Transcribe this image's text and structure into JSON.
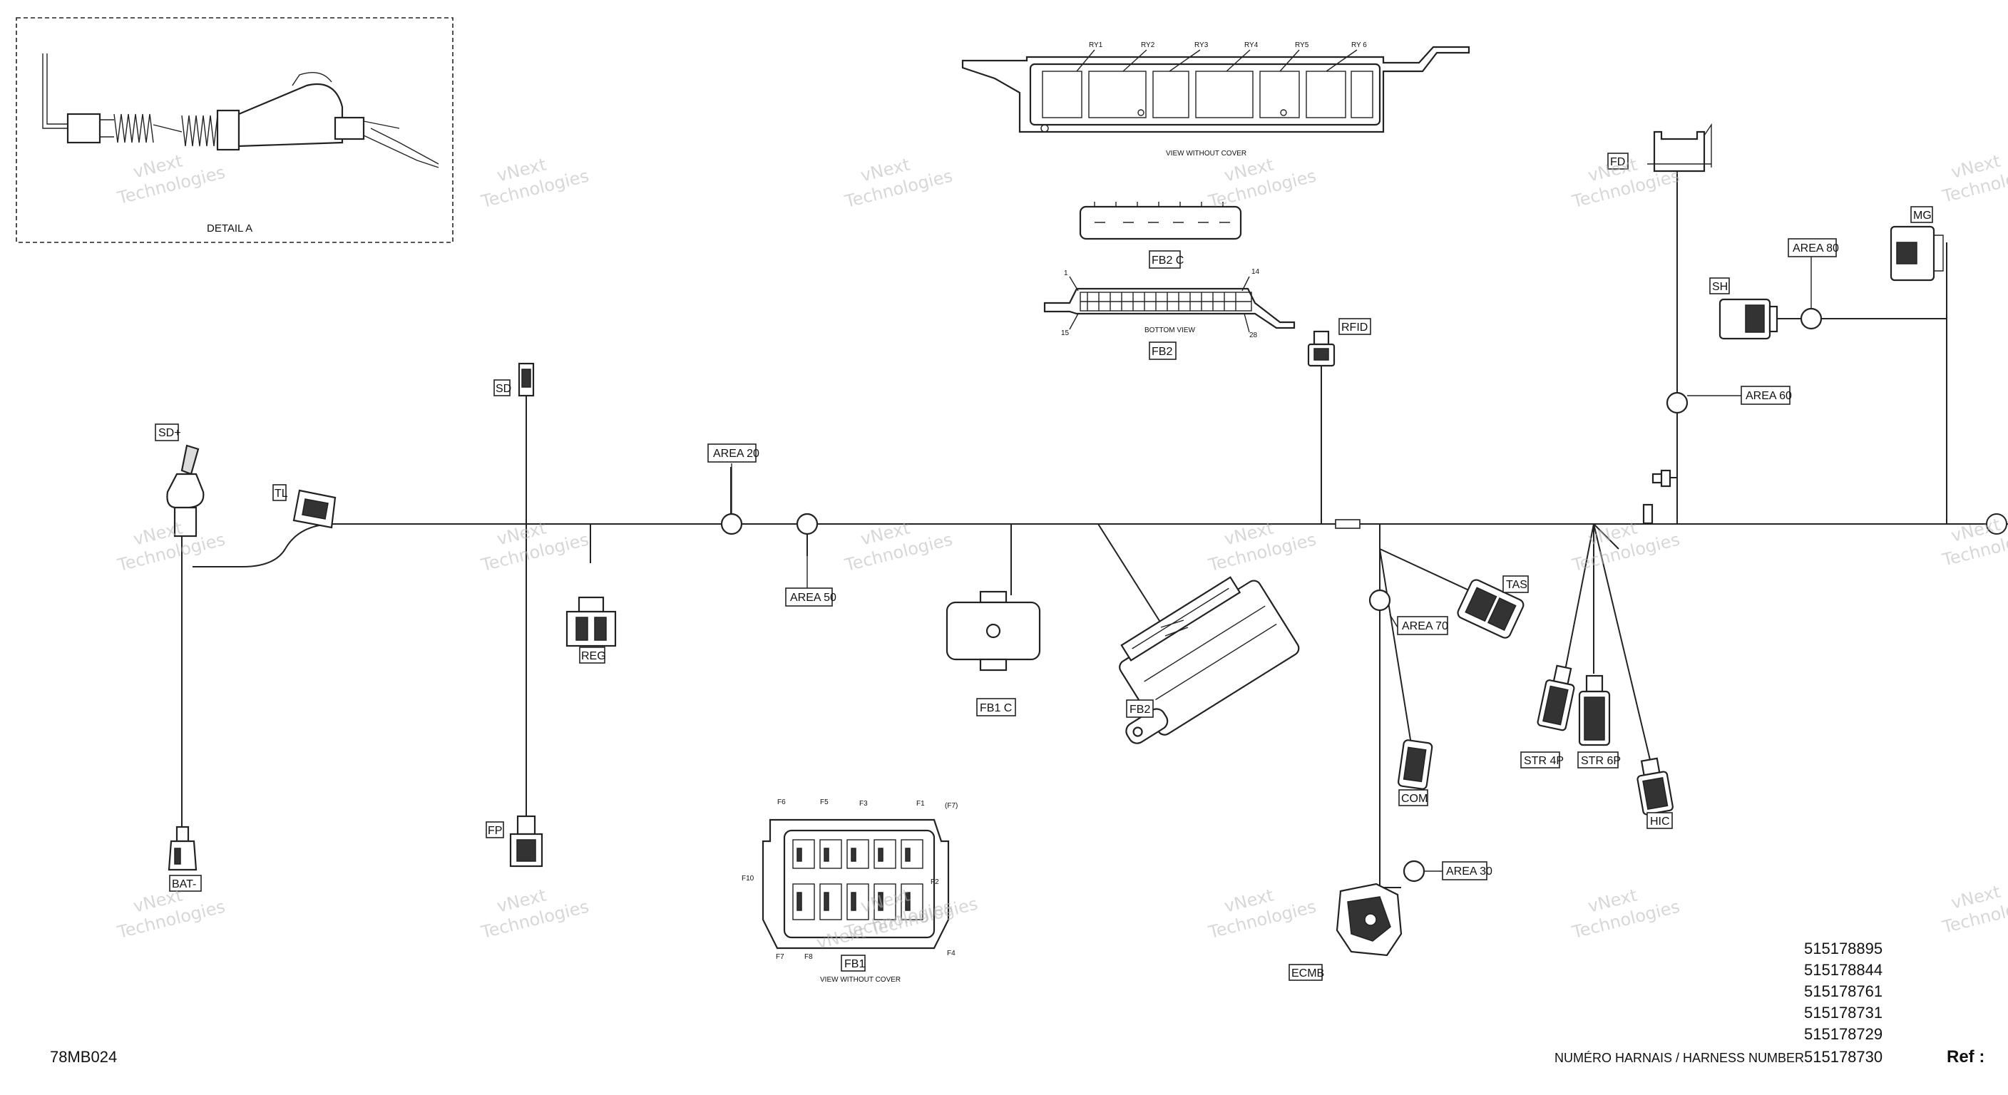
{
  "labels": {
    "sd_plus": "SD+",
    "sd": "SD",
    "tl": "TL",
    "reg": "REG",
    "fp": "FP",
    "bat_minus": "BAT-",
    "area20": "AREA 20",
    "area50": "AREA 50",
    "area60": "AREA 60",
    "area70": "AREA 70",
    "area80": "AREA 80",
    "area30": "AREA 30",
    "fb1c": "FB1 C",
    "fb1": "FB1",
    "fb2": "FB2",
    "fb2_top": "FB2",
    "fb2c": "FB2 C",
    "rfid": "RFID",
    "tas": "TAS",
    "com": "COM",
    "ecmb": "ECMB",
    "str4p": "STR 4P",
    "str6p": "STR 6P",
    "hic": "HIC",
    "sh": "SH",
    "mg": "MG",
    "fd": "FD",
    "detail_a": "DETAIL A",
    "view_without_cover_top": "VIEW WITHOUT COVER",
    "view_without_cover_fb1": "VIEW WITHOUT COVER",
    "bottom_view": "BOTTOM VIEW"
  },
  "relays": [
    "RY1",
    "RY2",
    "RY3",
    "RY4",
    "RY5",
    "RY 6"
  ],
  "fb1_pins": [
    "F6",
    "F5",
    "F3",
    "F1",
    "(F7)",
    "F10",
    "F2",
    "F7",
    "F8",
    "F4"
  ],
  "fb2_pins": [
    "1",
    "14",
    "15",
    "28"
  ],
  "watermark": [
    "vNext",
    "Technologies",
    "vNext Technologies"
  ],
  "harness_numbers": [
    "515178895",
    "515178844",
    "515178761",
    "515178731",
    "515178729",
    "515178730"
  ],
  "harness_caption": "NUMÉRO HARNAIS / HARNESS NUMBER",
  "ref_label": "Ref :",
  "drawing_code": "78MB024"
}
